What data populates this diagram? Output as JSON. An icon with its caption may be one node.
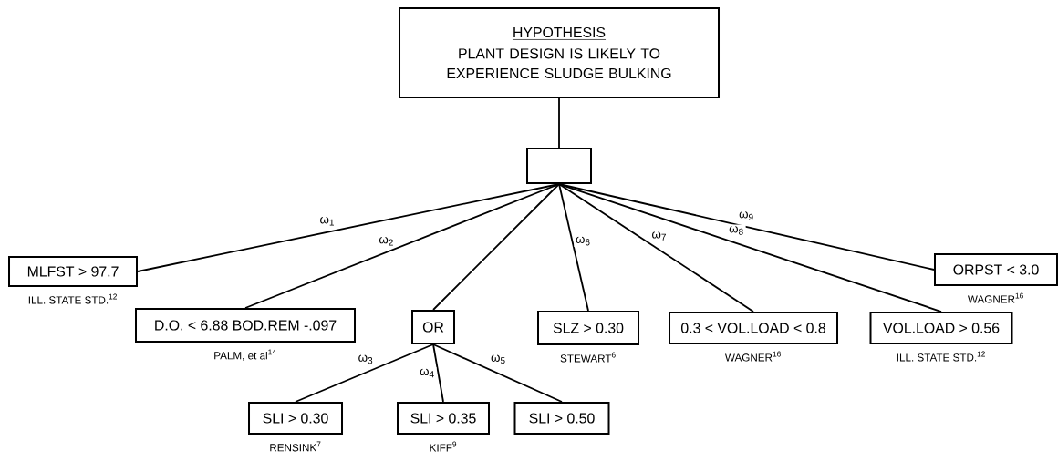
{
  "diagram": {
    "nodes": [
      {
        "text": [
          "HYPOTHESIS",
          "PLANT DESIGN IS LIKELY TO EXPERIENCE SLUDGE BULKING"
        ]
      },
      {
        "text": [],
        "shape": "box"
      },
      {
        "text": [
          "MLFST > 97.7"
        ],
        "beside": [
          "ILL. STATE STD.$^{12}$"
        ]
      },
      {
        "text": [
          "D.O. < 6.88 BOD.REM -.097"
        ],
        "beside": [
          "PALM, et al$^{14}$"
        ]
      },
      {
        "text": [
          "OR"
        ]
      },
      {
        "text": [
          "SLZ > 0.30"
        ],
        "beside": [
          "STEWART$^{6}$"
        ]
      },
      {
        "text": [
          "0.3 < VOL.LOAD < 0.8"
        ],
        "beside": [
          "WAGNER$^{16}$"
        ]
      },
      {
        "text": [
          "VOL.LOAD > 0.56"
        ],
        "beside": [
          "ILL. STATE STD.$^{12}$"
        ]
      },
      {
        "text": [
          "ORPST < 3.0"
        ],
        "beside": [
          "WAGNER$^{16}$"
        ]
      },
      {
        "text": [
          "SLI > 0.30"
        ],
        "beside": [
          "RENSINK$^{7}$"
        ]
      },
      {
        "text": [
          "SLI > 0.35"
        ],
        "beside": [
          "KIFF$^{9}$"
        ]
      },
      {
        "text": [
          "SLI > 0.50"
        ]
      }
    ],
    "edges": [
      {
        "from": 0,
        "to": 1,
        "arrow": "none"
      },
      {
        "from": 1,
        "to": 2,
        "arrow": "none",
        "label": "ω$_{1}$"
      },
      {
        "from": 1,
        "to": 3,
        "arrow": "none",
        "label": "ω$_{2}$"
      },
      {
        "from": 1,
        "to": 4,
        "arrow": "none"
      },
      {
        "from": 1,
        "to": 5,
        "arrow": "none",
        "label": "ω$_{6}$"
      },
      {
        "from": 1,
        "to": 6,
        "arrow": "none",
        "label": "ω$_{7}$"
      },
      {
        "from": 1,
        "to": 7,
        "arrow": "none",
        "label": "ω$_{8}$"
      },
      {
        "from": 1,
        "to": 8,
        "arrow": "none",
        "label": "ω$_{9}$"
      },
      {
        "from": 4,
        "to": 9,
        "arrow": "none",
        "label": "ω$_{3}$"
      },
      {
        "from": 4,
        "to": 10,
        "arrow": "none",
        "label": "ω$_{4}$"
      },
      {
        "from": 4,
        "to": 11,
        "arrow": "none",
        "label": "ω$_{5}$"
      }
    ]
  }
}
